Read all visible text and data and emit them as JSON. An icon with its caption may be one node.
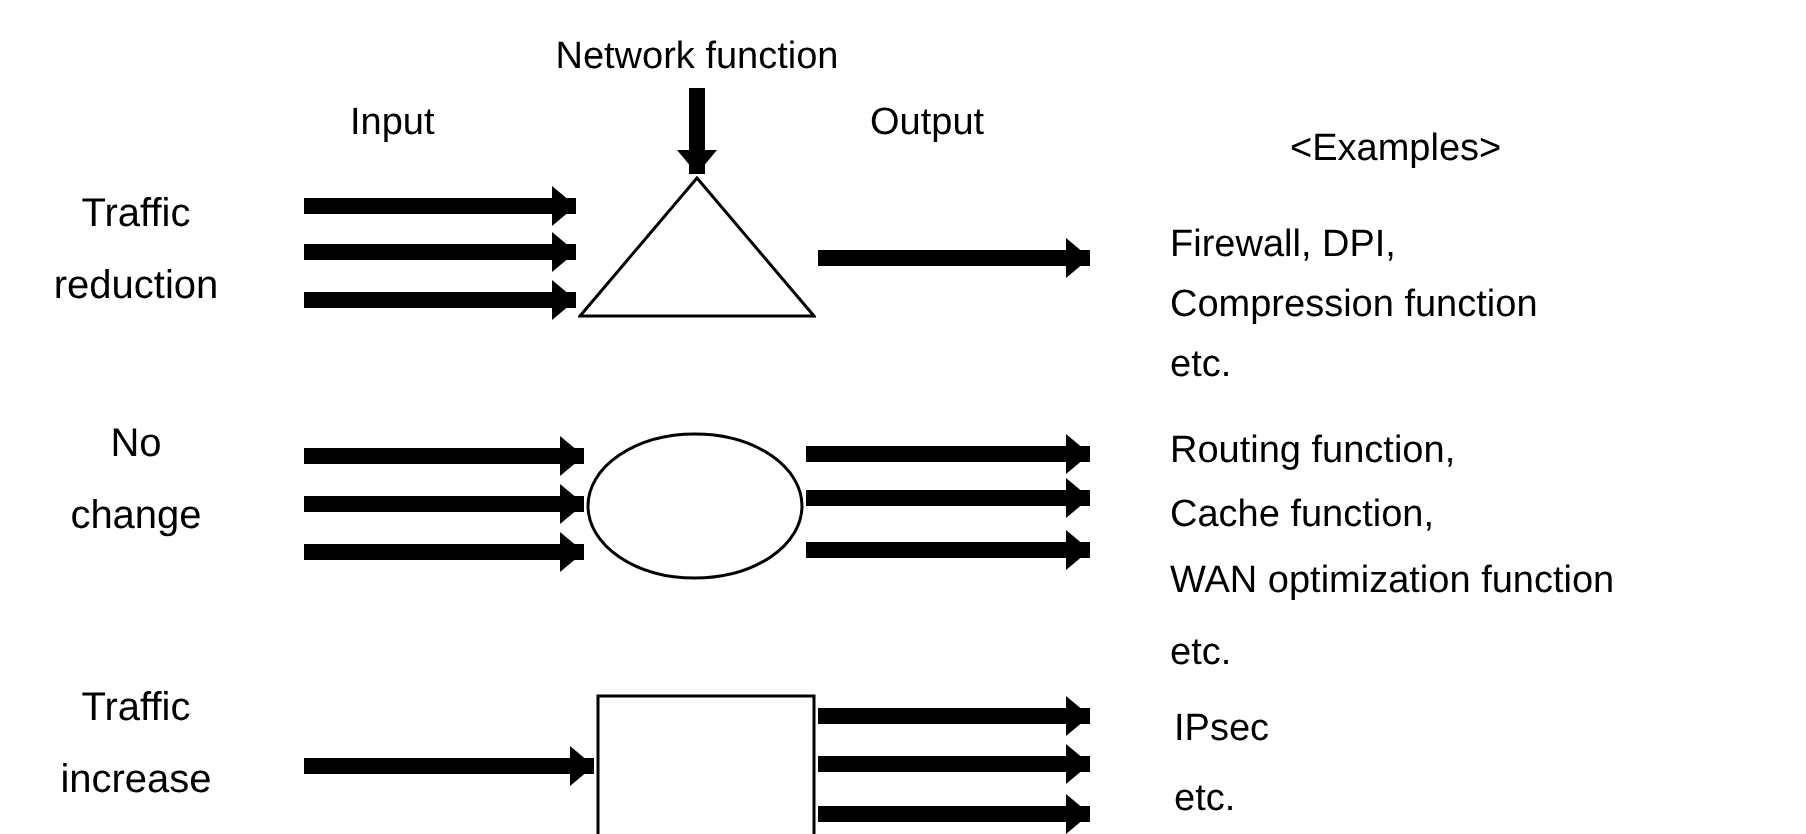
{
  "diagram": {
    "nodes": [
      {
        "text": [
          "Network function"
        ]
      },
      {
        "text": [],
        "shape": "triangle"
      },
      {
        "text": [],
        "shape": "ellipse"
      },
      {
        "text": [],
        "shape": "box"
      }
    ],
    "edges": [
      {
        "from": 0,
        "to": 1,
        "arrow": "to"
      },
      {
        "from": null,
        "to": 1,
        "arrow": "to"
      },
      {
        "from": null,
        "to": 1,
        "arrow": "to"
      },
      {
        "from": null,
        "to": 1,
        "arrow": "to"
      },
      {
        "from": null,
        "to": 2,
        "arrow": "to"
      },
      {
        "from": null,
        "to": 2,
        "arrow": "to"
      },
      {
        "from": null,
        "to": 2,
        "arrow": "to"
      },
      {
        "from": null,
        "to": 3,
        "arrow": "to"
      },
      {
        "from": 1,
        "to": null,
        "arrow": "to"
      },
      {
        "from": 2,
        "to": null,
        "arrow": "to"
      },
      {
        "from": 2,
        "to": null,
        "arrow": "to"
      },
      {
        "from": 2,
        "to": null,
        "arrow": "to"
      },
      {
        "from": 3,
        "to": null,
        "arrow": "to"
      },
      {
        "from": 3,
        "to": null,
        "arrow": "to"
      },
      {
        "from": 3,
        "to": null,
        "arrow": "to"
      }
    ],
    "labels": [
      "Input",
      "Output",
      "<Examples>",
      "Traffic reduction",
      "Firewall, DPI,",
      "Compression function",
      "etc.",
      "No change",
      "Routing function,",
      "Cache function,",
      "WAN optimization function",
      "etc.",
      "Traffic increase",
      "IPsec",
      "etc."
    ]
  }
}
